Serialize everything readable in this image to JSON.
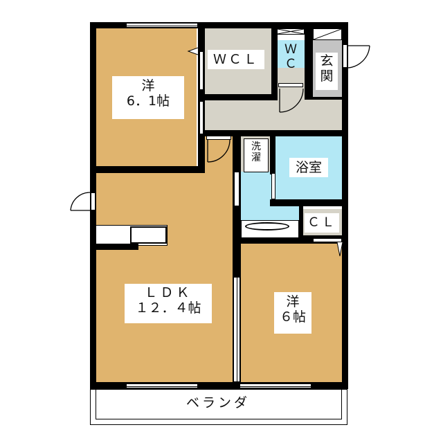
{
  "floorplan": {
    "rooms": {
      "western_room_1": {
        "type": "洋",
        "size": "6．1帖"
      },
      "wcl": {
        "label": "ＷＣＬ"
      },
      "wc": {
        "line1": "Ｗ",
        "line2": "Ｃ"
      },
      "entrance": {
        "line1": "玄",
        "line2": "関"
      },
      "laundry": {
        "line1": "洗",
        "line2": "濯"
      },
      "bathroom": {
        "label": "浴室"
      },
      "closet": {
        "label": "ＣＬ"
      },
      "ldk": {
        "type": "ＬＤＫ",
        "size": "１２．４帖"
      },
      "western_room_2": {
        "type": "洋",
        "size": "６帖"
      },
      "veranda": {
        "label": "ベランダ"
      }
    },
    "colors": {
      "wood_floor": "#e0b46e",
      "gray_floor": "#d6d3c8",
      "wet_area": "#b3e8f5",
      "entrance_floor": "#c4c4c4",
      "wall": "#000000"
    }
  }
}
